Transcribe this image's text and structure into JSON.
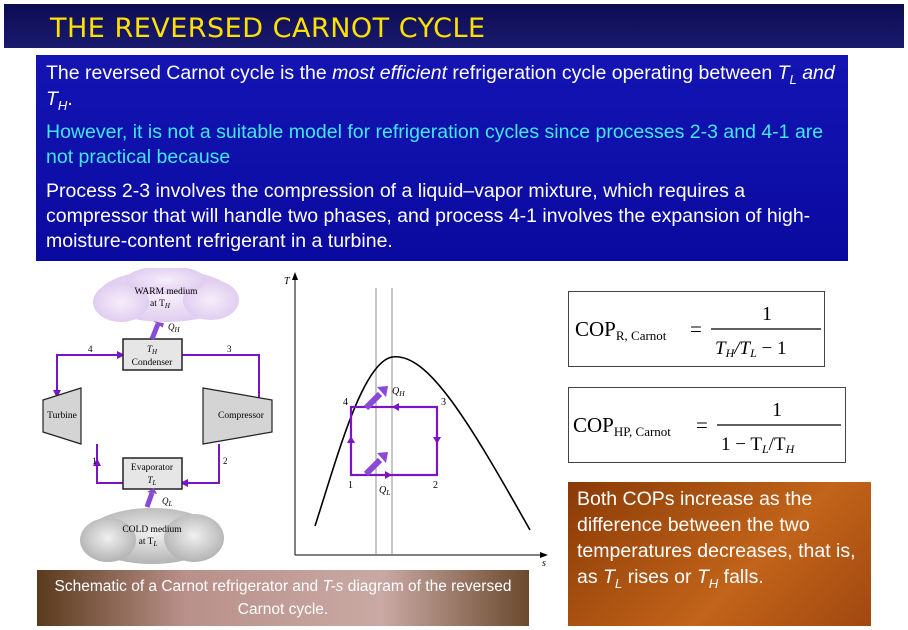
{
  "title": "THE REVERSED CARNOT CYCLE",
  "para1": {
    "a": "The reversed Carnot cycle is the ",
    "em": "most efficient",
    "b": " refrigeration cycle operating between ",
    "tl": "T",
    "tl_sub": "L",
    "and": " and ",
    "th": "T",
    "th_sub": "H",
    "end": "."
  },
  "para2": "However, it is not a suitable model for refrigeration cycles since processes 2-3 and 4-1 are not practical because",
  "para3": "Process 2-3 involves the compression of a liquid–vapor mixture, which requires a compressor that will handle two phases, and process 4-1 involves the expansion of high-moisture-content refrigerant in a turbine.",
  "schematic": {
    "warm_line1": "WARM medium",
    "warm_line2": "at T",
    "warm_sub": "H",
    "cold_line1": "COLD medium",
    "cold_line2": "at T",
    "cold_sub": "L",
    "condenser": "Condenser",
    "condenser_t": "T",
    "condenser_sub": "H",
    "evaporator": "Evaporator",
    "evaporator_t": "T",
    "evaporator_sub": "L",
    "turbine": "Turbine",
    "compressor": "Compressor",
    "qh": "Q",
    "qh_sub": "H",
    "ql": "Q",
    "ql_sub": "L",
    "n1": "1",
    "n2": "2",
    "n3": "3",
    "n4": "4"
  },
  "ts_diagram": {
    "t_axis": "T",
    "s_axis": "s",
    "qh": "Q",
    "qh_sub": "H",
    "ql": "Q",
    "ql_sub": "L",
    "n1": "1",
    "n2": "2",
    "n3": "3",
    "n4": "4"
  },
  "cop_r": {
    "label": "COP",
    "sub": "R, Carnot",
    "eq": "=",
    "num": "1",
    "den_t1": "T",
    "den_s1": "H",
    "den_mid": "/T",
    "den_s2": "L",
    "den_end": " − 1"
  },
  "cop_hp": {
    "label": "COP",
    "sub": "HP, Carnot",
    "eq": "=",
    "num": "1",
    "den_start": "1 − T",
    "den_s1": "L",
    "den_mid": "/T",
    "den_s2": "H"
  },
  "caption": {
    "a": "Schematic of a Carnot refrigerator and ",
    "em": "T-s",
    "b": " diagram of the reversed Carnot cycle."
  },
  "note": {
    "a": "Both COPs increase as the difference between the two temperatures decreases, that is, as ",
    "tl": "T",
    "tl_sub": "L",
    "mid": " rises or ",
    "th": "T",
    "th_sub": "H",
    "end": " falls."
  },
  "colors": {
    "title_bg": "#12125e",
    "title_text": "#ffe100",
    "blue_box": "#1010aa",
    "cyan_text": "#40e8f0",
    "cycle_line": "#7a14c8",
    "arrow": "#8a4ad8",
    "note_box": "#b0541a"
  }
}
